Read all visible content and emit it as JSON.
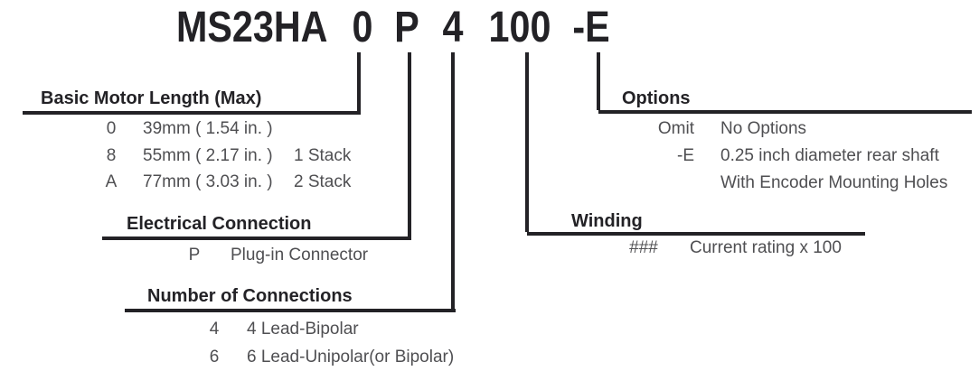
{
  "title": {
    "part_number": "MS23HA 0 P 4 100 -E",
    "segments": [
      "MS23HA",
      "0",
      "P",
      "4",
      "100",
      "-E"
    ]
  },
  "colors": {
    "ink": "#232226",
    "body_text": "#4f4f52",
    "background": "#ffffff"
  },
  "sections": [
    {
      "title": "Basic Motor Length (Max)",
      "rows": [
        {
          "code": "0",
          "desc": "39mm ( 1.54 in. )",
          "note": ""
        },
        {
          "code": "8",
          "desc": "55mm ( 2.17 in. )",
          "note": "1 Stack"
        },
        {
          "code": "A",
          "desc": "77mm ( 3.03 in. )",
          "note": "2 Stack"
        }
      ]
    },
    {
      "title": "Electrical Connection",
      "rows": [
        {
          "code": "P",
          "desc": "Plug-in Connector"
        }
      ]
    },
    {
      "title": "Number of Connections",
      "rows": [
        {
          "code": "4",
          "desc": "4 Lead-Bipolar"
        },
        {
          "code": "6",
          "desc": "6 Lead-Unipolar(or Bipolar)"
        }
      ]
    },
    {
      "title": "Winding",
      "rows": [
        {
          "code": "###",
          "desc": "Current rating x 100"
        }
      ]
    },
    {
      "title": "Options",
      "rows": [
        {
          "code": "Omit",
          "desc": "No Options"
        },
        {
          "code": "-E",
          "desc": "0.25 inch diameter rear shaft"
        },
        {
          "code": "",
          "desc": "With Encoder Mounting Holes"
        }
      ]
    }
  ]
}
